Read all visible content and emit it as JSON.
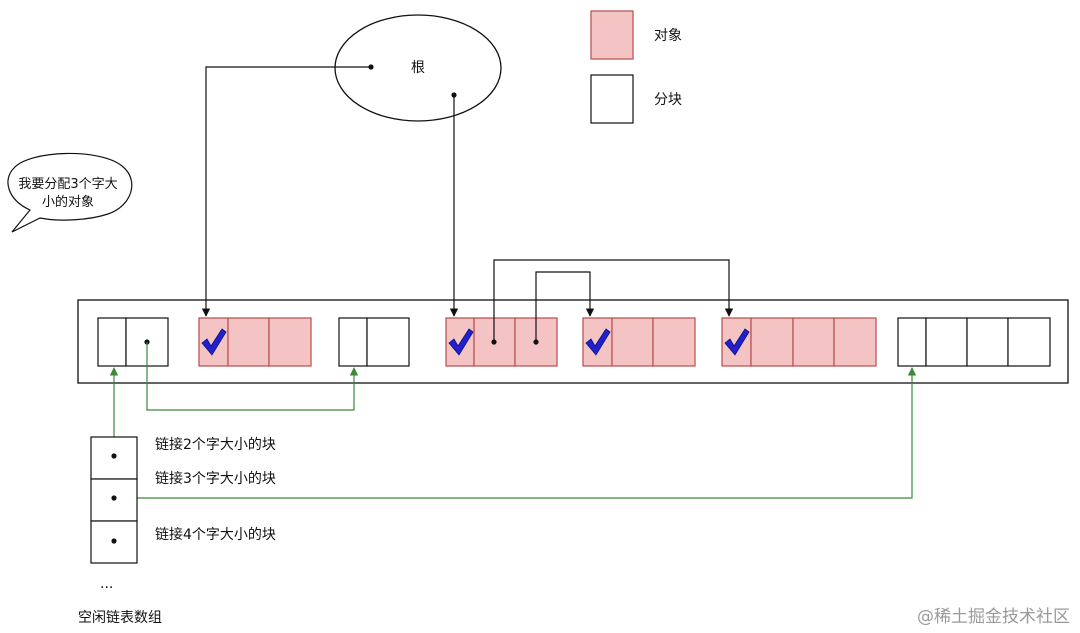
{
  "root": {
    "label": "根"
  },
  "legend": {
    "object_label": "对象",
    "chunk_label": "分块"
  },
  "speech_bubble": {
    "line1": "我要分配3个字大",
    "line2": "小的对象"
  },
  "free_list": {
    "items": [
      {
        "label": "链接2个字大小的块"
      },
      {
        "label": "链接3个字大小的块"
      },
      {
        "label": "链接4个字大小的块"
      }
    ],
    "ellipsis": "...",
    "title": "空闲链表数组"
  },
  "watermark": "@稀土掘金技术社区",
  "colors": {
    "object_fill": "#f4c4c4",
    "object_border": "#b84c4c",
    "chunk_fill": "#ffffff",
    "line_black": "#111111",
    "line_green": "#3a8a3a",
    "check_blue": "#2020cc",
    "watermark": "#9a9a9a"
  }
}
